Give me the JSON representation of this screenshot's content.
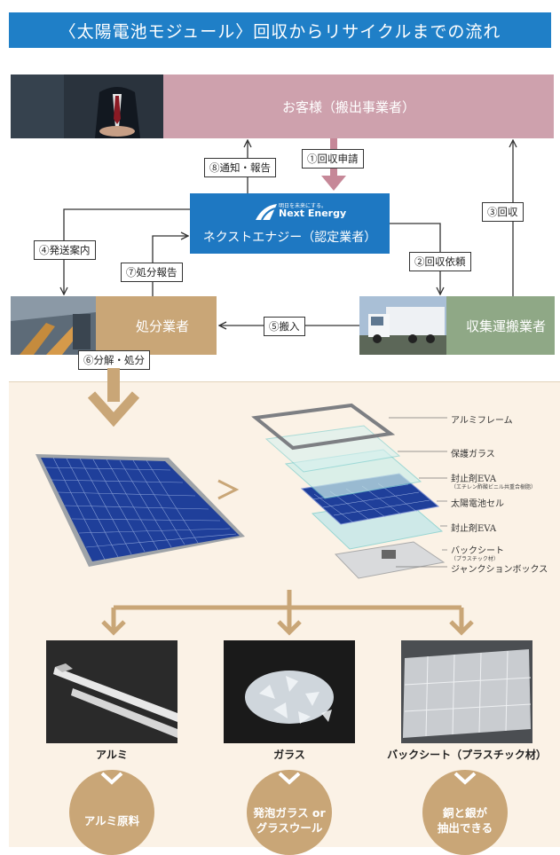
{
  "title": "〈太陽電池モジュール〉回収からリサイクルまでの流れ",
  "boxes": {
    "customer": "お客様（搬出事業者）",
    "next_energy_logo_tagline": "明日を未来にする。",
    "next_energy_logo": "Next Energy",
    "next_energy": "ネクストエナジー（認定業者）",
    "processor": "処分業者",
    "hauler": "収集運搬業者"
  },
  "steps": {
    "s1": "①回収申請",
    "s2": "②回収依頼",
    "s3": "③回収",
    "s4": "④発送案内",
    "s5": "⑤搬入",
    "s6": "⑥分解・処分",
    "s7": "⑦処分報告",
    "s8": "⑧通知・報告"
  },
  "layers": [
    {
      "label": "アルミフレーム",
      "sub": ""
    },
    {
      "label": "保護ガラス",
      "sub": ""
    },
    {
      "label": "封止剤EVA",
      "sub": "（エチレン酢酸ビニル共重合樹脂）"
    },
    {
      "label": "太陽電池セル",
      "sub": ""
    },
    {
      "label": "封止剤EVA",
      "sub": ""
    },
    {
      "label": "バックシート",
      "sub": "（プラスチック材）"
    },
    {
      "label": "ジャンクションボックス",
      "sub": ""
    }
  ],
  "products": [
    {
      "label": "アルミ",
      "result_line1": "アルミ原料",
      "result_line2": ""
    },
    {
      "label": "ガラス",
      "result_line1": "発泡ガラス or",
      "result_line2": "グラスウール"
    },
    {
      "label": "バックシート（プラスチック材）",
      "result_line1": "銅と銀が",
      "result_line2": "抽出できる"
    }
  ],
  "colors": {
    "title_bg": "#1f7fc7",
    "customer": "#cea1ad",
    "next_energy": "#1e78c2",
    "processor": "#c9a677",
    "hauler": "#8fa886",
    "accent_arrow": "#c9a677",
    "panel_cell": "#1f3f9a",
    "lower_bg": "#fbf2e6"
  }
}
